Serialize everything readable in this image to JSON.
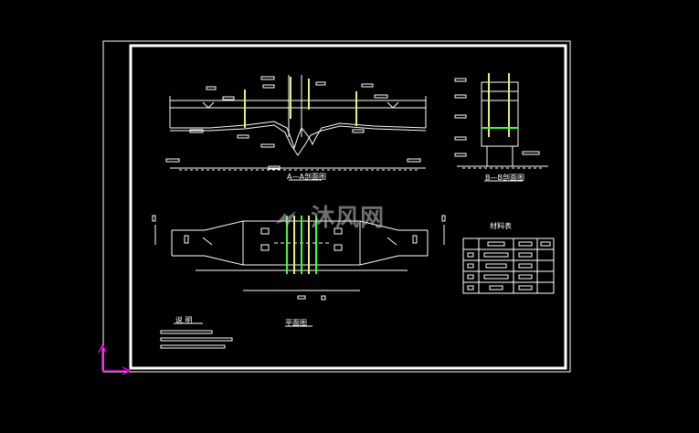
{
  "viewport": {
    "background": "#000000"
  },
  "colors": {
    "linework": "#ffffff",
    "highlight": "#e8f06a",
    "green": "#3cff3c",
    "ucs": "#e000e0",
    "watermark": "#c8c8c8"
  },
  "watermark": {
    "text": "沐风网",
    "logo_icon": "mufeng-logo-icon"
  },
  "views": {
    "section_a": {
      "title": "A—A剖面图"
    },
    "section_b": {
      "title": "B—B剖面图"
    },
    "plan": {
      "title": "平面图"
    },
    "notes": {
      "title": "说  明"
    },
    "material_table": {
      "title": "材料表"
    }
  },
  "ucs_icon": {
    "name": "ucs-axis-icon"
  }
}
